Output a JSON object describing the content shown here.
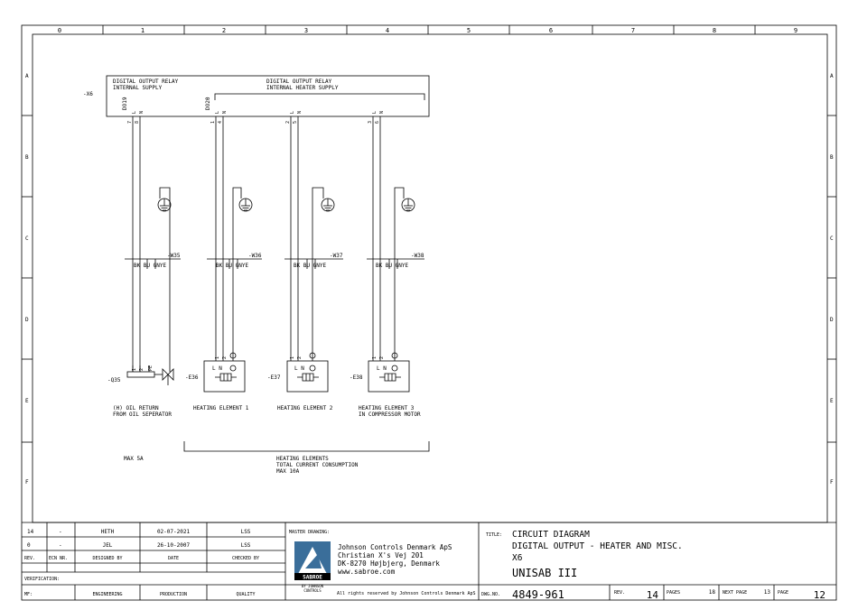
{
  "grid": {
    "columns": [
      "0",
      "1",
      "2",
      "3",
      "4",
      "5",
      "6",
      "7",
      "8",
      "9"
    ],
    "rows": [
      "A",
      "B",
      "C",
      "D",
      "E",
      "F"
    ]
  },
  "connector": {
    "tag": "-X6",
    "relay_internal": {
      "line1": "DIGITAL OUTPUT RELAY",
      "line2": "INTERNAL SUPPLY"
    },
    "relay_heater": {
      "line1": "DIGITAL OUTPUT RELAY",
      "line2": "INTERNAL HEATER SUPPLY"
    },
    "relay_ids": [
      "DO19",
      "DO20"
    ],
    "pin_letters": [
      "L",
      "N",
      "L",
      "N",
      "L",
      "N",
      "L",
      "N"
    ],
    "terminal_numbers": [
      "7",
      "8",
      "1",
      "4",
      "2",
      "5",
      "3",
      "6"
    ]
  },
  "cables": [
    {
      "tag": "-W35",
      "cores": "BK BU GNYE"
    },
    {
      "tag": "-W36",
      "cores": "BK BU GNYE"
    },
    {
      "tag": "-W37",
      "cores": "BK BU GNYE"
    },
    {
      "tag": "-W38",
      "cores": "BK BU GNYE"
    }
  ],
  "devices": {
    "q35": {
      "tag": "-Q35",
      "terms": [
        "1",
        "2",
        "PE"
      ],
      "desc1": "(H) OIL RETURN",
      "desc2": "FROM  OIL SEPERATOR"
    },
    "e36": {
      "tag": "-E36",
      "terms": [
        "1",
        "2"
      ],
      "pins": "L N",
      "desc1": "HEATING ELEMENT 1"
    },
    "e37": {
      "tag": "-E37",
      "terms": [
        "1",
        "2"
      ],
      "pins": "L N",
      "desc1": "HEATING ELEMENT 2"
    },
    "e38": {
      "tag": "-E38",
      "terms": [
        "1",
        "2"
      ],
      "pins": "L N",
      "desc1": "HEATING ELEMENT 3",
      "desc2": "IN COMPRESSOR MOTOR"
    }
  },
  "notes": {
    "max5a": "MAX 5A",
    "he_line1": "HEATING ELEMENTS",
    "he_line2": "TOTAL CURRENT CONSUMPTION",
    "he_line3": "MAX 10A"
  },
  "title_block": {
    "rev_rows": [
      {
        "rev": "14",
        "ecn": "-",
        "designed": "HETH",
        "date": "02-07-2021",
        "checked": "LSS"
      },
      {
        "rev": "0",
        "ecn": "-",
        "designed": "JEL",
        "date": "26-10-2007",
        "checked": "LSS"
      }
    ],
    "headers": {
      "rev": "REV.",
      "ecn": "ECN NR.",
      "designed": "DESIGNED BY",
      "date": "DATE",
      "checked": "CHECKED BY"
    },
    "verification": "VERIFICATION:",
    "bottom_row": {
      "mf": "MF:",
      "engineering": "ENGINEERING",
      "production": "PRODUCTION",
      "quality": "QUALITY"
    },
    "master_drawing": "MASTER DRAWING:",
    "company": {
      "line1": "Johnson Controls Denmark ApS",
      "line2": "Christian X's Vej 201",
      "line3": "DK-8270 Højbjerg, Denmark",
      "line4": "www.sabroe.com"
    },
    "logo_text": "SABROE",
    "logo_sub1": "BY JOHNSON",
    "logo_sub2": "CONTROLS",
    "rights": "All rights reserved by Johnson Controls Denmark ApS",
    "title_label": "TITLE:",
    "title_lines": [
      "CIRCUIT DIAGRAM",
      "DIGITAL OUTPUT - HEATER AND MISC.",
      "X6",
      "UNISAB III"
    ],
    "dwg_label": "DWG.NO.",
    "dwg_no": "4849-961",
    "rev_label": "REV.",
    "rev_value": "14",
    "pages_label": "PAGES",
    "pages_value": "18",
    "next_label": "NEXT PAGE",
    "next_value": "13",
    "page_label": "PAGE",
    "page_value": "12"
  },
  "colors": {
    "ink": "#000000",
    "logo_bg": "#3a6e9a"
  }
}
